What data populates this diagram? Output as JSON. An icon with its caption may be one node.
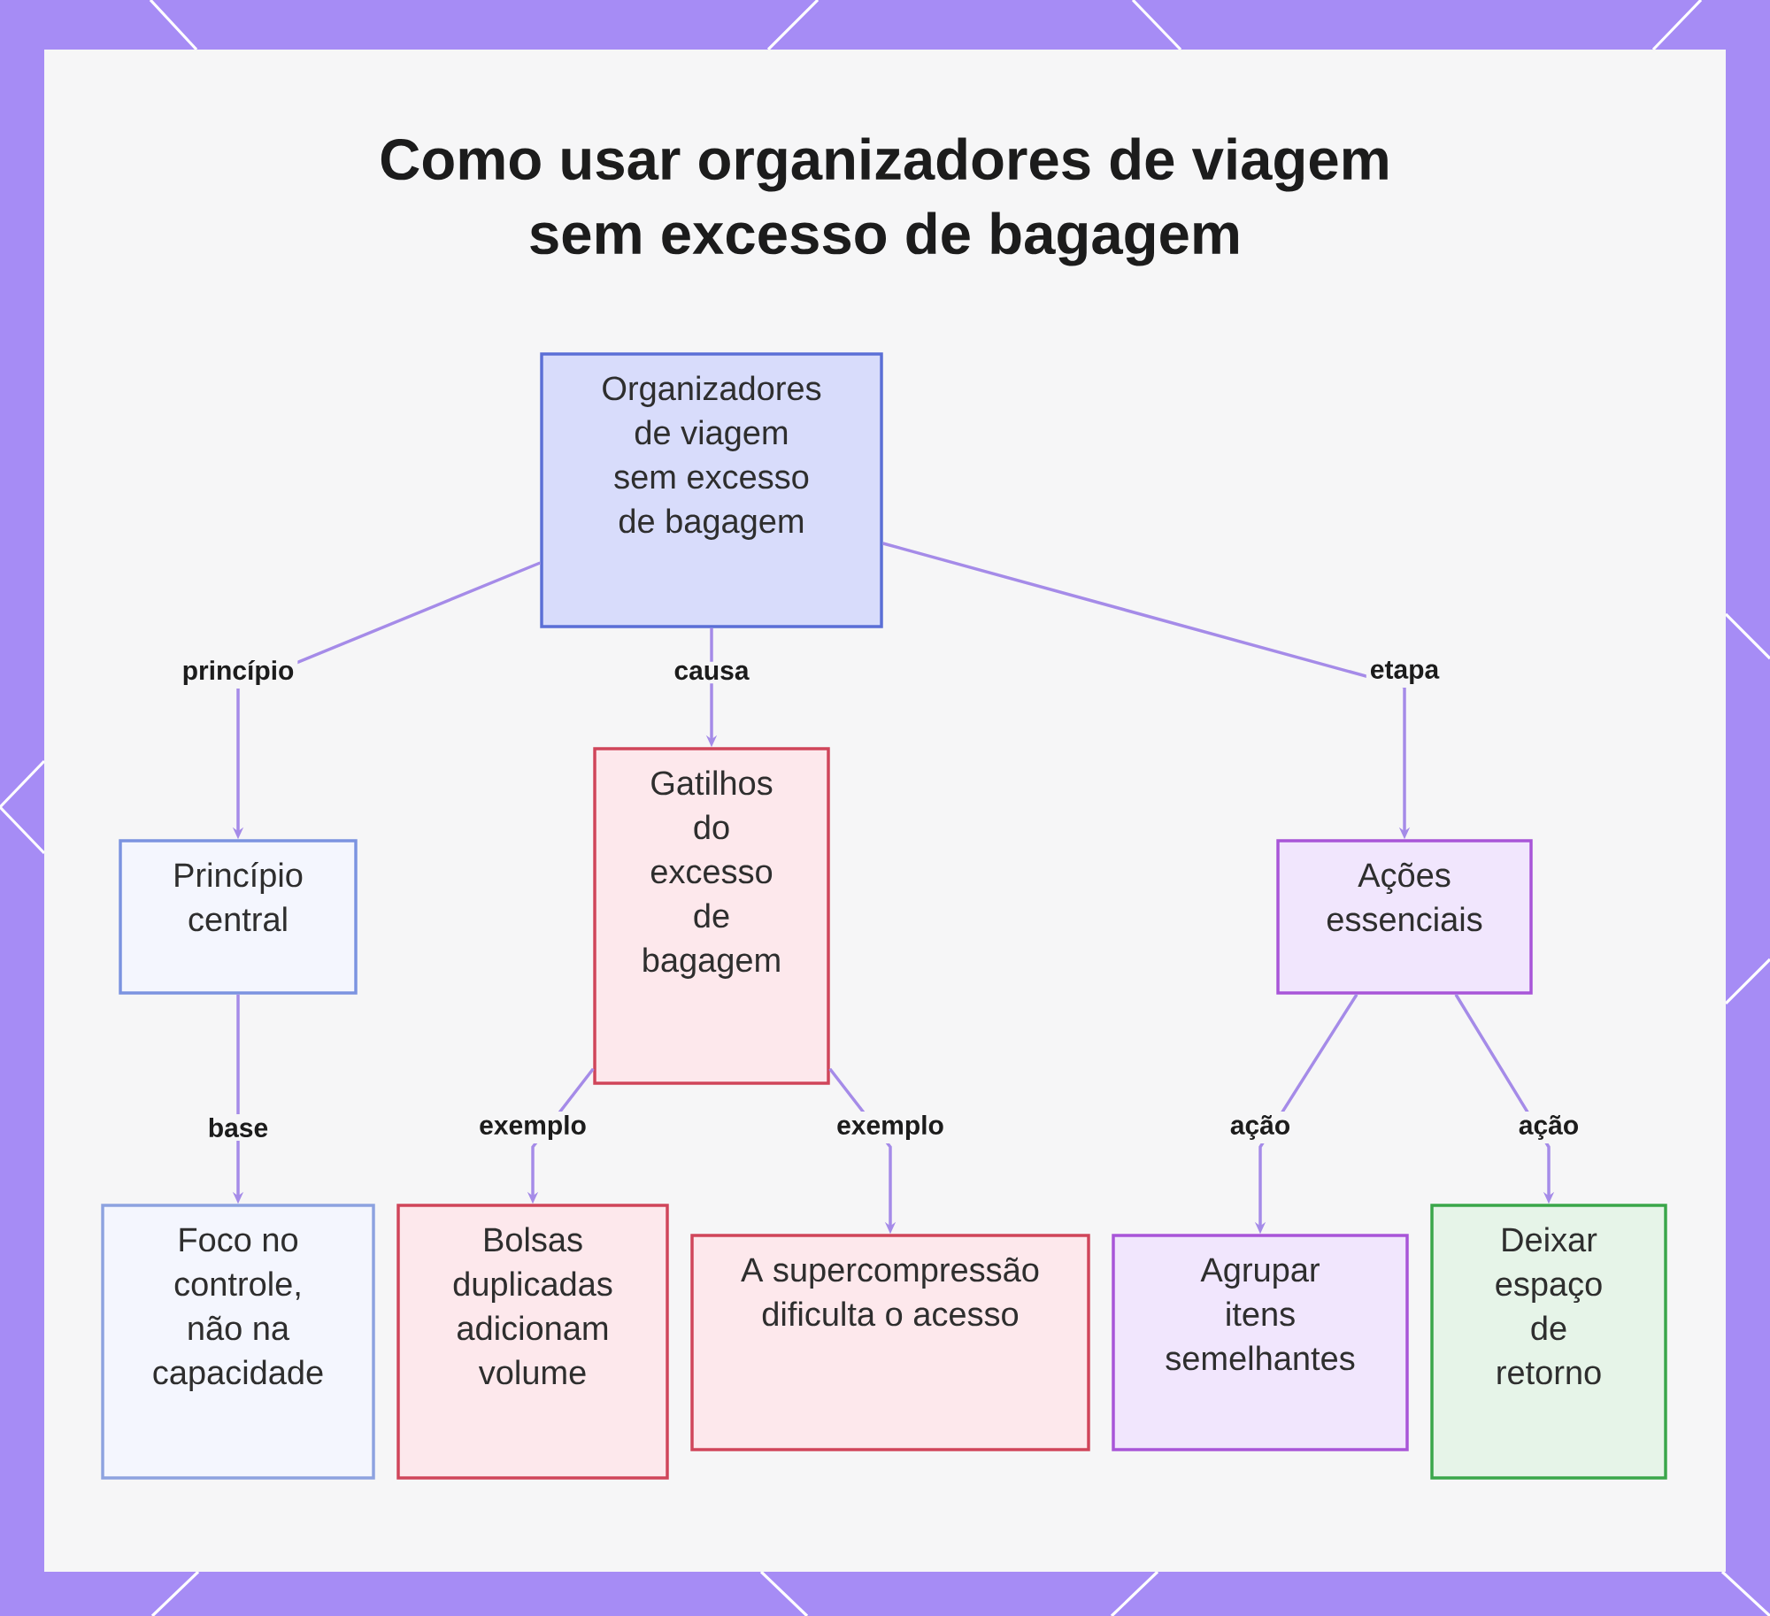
{
  "diagram": {
    "title": "Como usar organizadores de viagem sem excesso de bagagem",
    "nodes": [
      {
        "text": [
          "Organizadores de viagem sem excesso de bagagem"
        ]
      },
      {
        "text": [
          "Princípio central"
        ]
      },
      {
        "text": [
          "Gatilhos do excesso de bagagem"
        ]
      },
      {
        "text": [
          "Ações essenciais"
        ]
      },
      {
        "text": [
          "Foco no controle, não na capacidade"
        ]
      },
      {
        "text": [
          "Bolsas duplicadas adicionam volume"
        ]
      },
      {
        "text": [
          "A supercompressão dificulta o acesso"
        ]
      },
      {
        "text": [
          "Agrupar itens semelhantes"
        ]
      },
      {
        "text": [
          "Deixar espaço de retorno"
        ]
      }
    ],
    "edges": [
      {
        "from": 0,
        "to": 1,
        "arrow": "to",
        "label": "princípio"
      },
      {
        "from": 0,
        "to": 2,
        "arrow": "to",
        "label": "causa"
      },
      {
        "from": 0,
        "to": 3,
        "arrow": "to",
        "label": "etapa"
      },
      {
        "from": 1,
        "to": 4,
        "arrow": "to",
        "label": "base"
      },
      {
        "from": 2,
        "to": 5,
        "arrow": "to",
        "label": "exemplo"
      },
      {
        "from": 2,
        "to": 6,
        "arrow": "to",
        "label": "exemplo"
      },
      {
        "from": 3,
        "to": 7,
        "arrow": "to",
        "label": "ação"
      },
      {
        "from": 3,
        "to": 8,
        "arrow": "to",
        "label": "ação"
      }
    ]
  }
}
